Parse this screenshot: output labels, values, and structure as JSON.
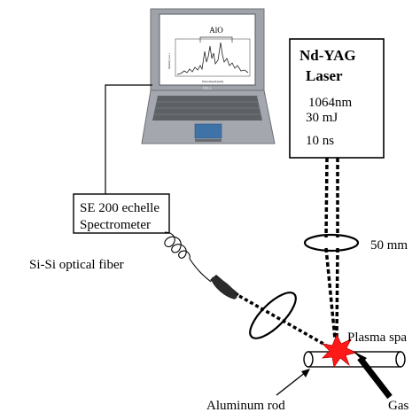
{
  "screen": {
    "peak_label": "AlO",
    "axis_label": "Wavelength (nm)",
    "ylabel": "Intensity (a.u.)",
    "brand": "DELL"
  },
  "laser": {
    "title_line1": "Nd-YAG",
    "title_line2": "Laser",
    "wavelength": "1064nm",
    "energy": "30 mJ",
    "pulse": "10 ns"
  },
  "spectrometer": {
    "line1": "SE 200 echelle",
    "line2": "Spectrometer"
  },
  "labels": {
    "fiber": "Si-Si optical fiber",
    "lens": "50 mm",
    "plasma": "Plasma spa",
    "rod": "Aluminum rod",
    "gas": "Gas"
  },
  "colors": {
    "spark": "#ff1a1a",
    "laptop_body": "#a4a8ae",
    "keyboard": "#5d6166",
    "touchpad": "#3f73a8"
  }
}
